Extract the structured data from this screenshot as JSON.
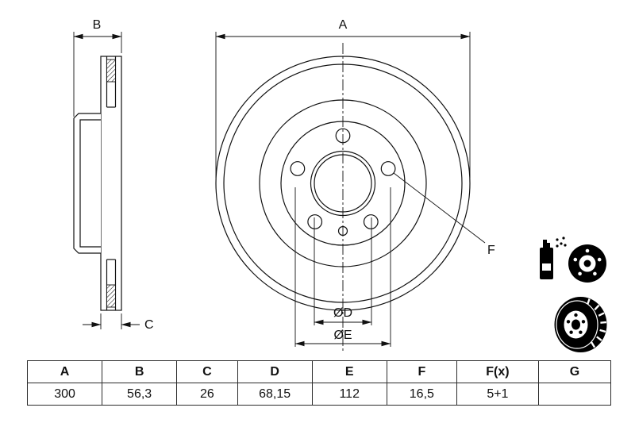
{
  "drawing": {
    "labels": {
      "dim_a": "A",
      "dim_b": "B",
      "dim_c": "C",
      "dim_d": "ØD",
      "dim_e": "ØE",
      "dim_f": "F"
    },
    "icons": {
      "coating": "spray-can-and-disc-icon",
      "vented_disc": "vented-brake-disc-icon"
    }
  },
  "table": {
    "headers": [
      "A",
      "B",
      "C",
      "D",
      "E",
      "F",
      "F(x)",
      "G"
    ],
    "values": [
      "300",
      "56,3",
      "26",
      "68,15",
      "112",
      "16,5",
      "5+1",
      ""
    ]
  },
  "colors": {
    "background": "#ffffff",
    "line": "#111111",
    "icon": "#000000"
  }
}
